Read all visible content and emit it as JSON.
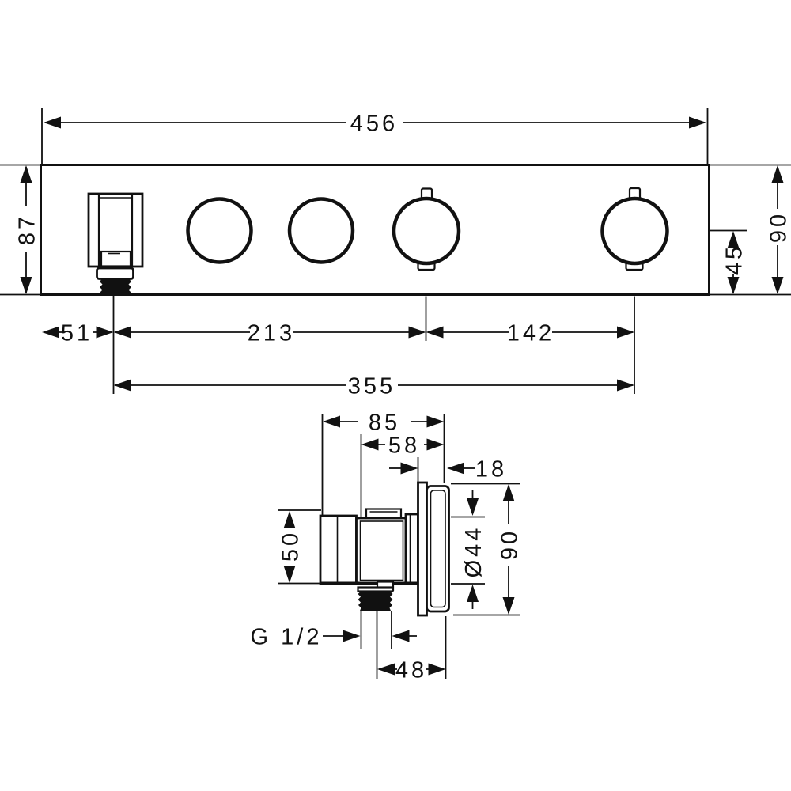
{
  "drawing": {
    "type": "technical-dimension-drawing",
    "views": {
      "front_view": {
        "description": "thermostat module front view with one square volume connector and four round knobs",
        "labels": {
          "total_width": "456",
          "height_left": "87",
          "height_right": "90",
          "half_height": "45",
          "left_offset": "51",
          "mid_span": "213",
          "right_span": "142",
          "total_span": "355"
        }
      },
      "side_view": {
        "description": "side profile with wall plate, valve body and G 1/2 threaded connection",
        "labels": {
          "total_depth": "85",
          "body_depth": "58",
          "plate_thickness": "18",
          "body_height": "50",
          "knob_diameter": "Ø44",
          "plate_height": "90",
          "thread_size": "G 1/2",
          "center_to_back": "48"
        }
      }
    },
    "colors": {
      "ink": "#111111",
      "background": "#ffffff"
    }
  }
}
